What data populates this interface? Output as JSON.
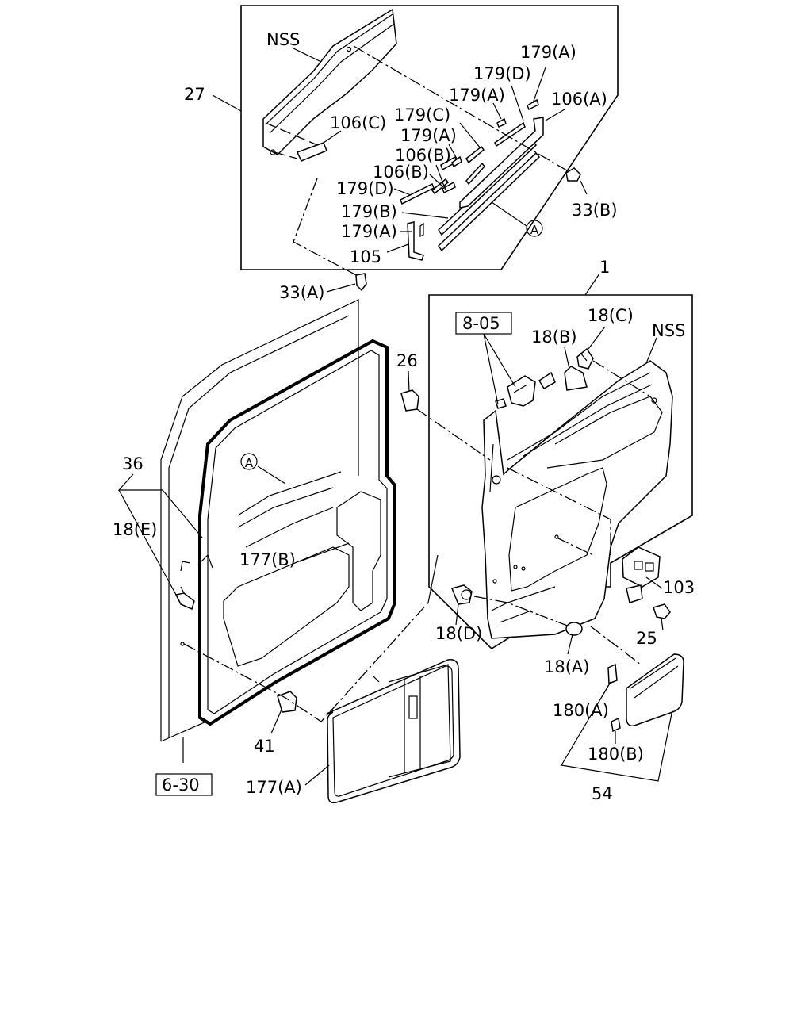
{
  "labels": {
    "nss_top": "NSS",
    "l27": "27",
    "l179a_1": "179(A)",
    "l179d_1": "179(D)",
    "l179a_2": "179(A)",
    "l106a": "106(A)",
    "l179c": "179(C)",
    "l106c": "106(C)",
    "l179a_3": "179(A)",
    "l106b_1": "106(B)",
    "l106b_2": "106(B)",
    "l179d_2": "179(D)",
    "l179b": "179(B)",
    "l179a_4": "179(A)",
    "l105": "105",
    "l33b": "33(B)",
    "l33a": "33(A)",
    "l1": "1",
    "l805": "8-05",
    "l18c": "18(C)",
    "l18b": "18(B)",
    "nss_right": "NSS",
    "l26": "26",
    "l36": "36",
    "l18e": "18(E)",
    "l177b": "177(B)",
    "l103": "103",
    "l18d": "18(D)",
    "l25": "25",
    "l18a": "18(A)",
    "l180a": "180(A)",
    "l180b": "180(B)",
    "l54": "54",
    "l41": "41",
    "l630": "6-30",
    "l177a": "177(A)",
    "circle_a": "A"
  }
}
